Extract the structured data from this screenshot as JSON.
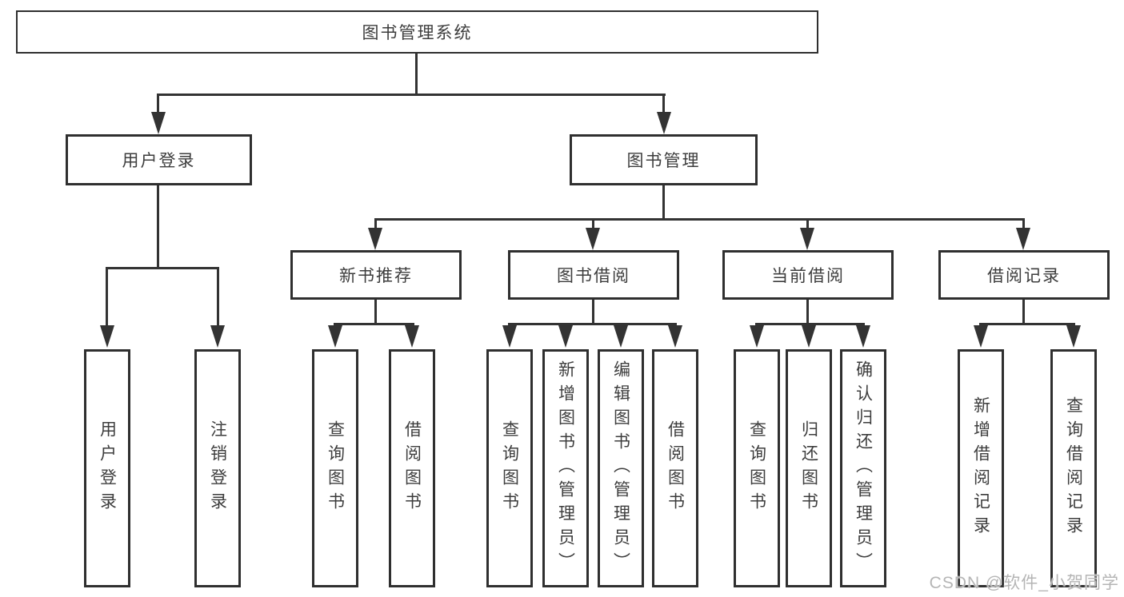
{
  "diagram": {
    "type": "hierarchy-tree",
    "title": "图书管理系统"
  },
  "nodes": {
    "root": {
      "label": "图书管理系统"
    },
    "level2": [
      {
        "id": "user-login",
        "label": "用户登录"
      },
      {
        "id": "book-management",
        "label": "图书管理"
      }
    ],
    "level3": [
      {
        "id": "new-book-recommendation",
        "label": "新书推荐",
        "parent": "book-management"
      },
      {
        "id": "book-borrowing",
        "label": "图书借阅",
        "parent": "book-management"
      },
      {
        "id": "current-borrowing",
        "label": "当前借阅",
        "parent": "book-management"
      },
      {
        "id": "borrowing-records",
        "label": "借阅记录",
        "parent": "book-management"
      }
    ],
    "leaves": [
      {
        "label": "用户登录",
        "parent": "user-login"
      },
      {
        "label": "注销登录",
        "parent": "user-login"
      },
      {
        "label": "查询图书",
        "parent": "new-book-recommendation"
      },
      {
        "label": "借阅图书",
        "parent": "new-book-recommendation"
      },
      {
        "label": "查询图书",
        "parent": "book-borrowing"
      },
      {
        "label": "新增图书（管理员）",
        "parent": "book-borrowing"
      },
      {
        "label": "编辑图书（管理员）",
        "parent": "book-borrowing"
      },
      {
        "label": "借阅图书",
        "parent": "book-borrowing"
      },
      {
        "label": "查询图书",
        "parent": "current-borrowing"
      },
      {
        "label": "归还图书",
        "parent": "current-borrowing"
      },
      {
        "label": "确认归还（管理员）",
        "parent": "current-borrowing"
      },
      {
        "label": "新增借阅记录",
        "parent": "borrowing-records"
      },
      {
        "label": "查询借阅记录",
        "parent": "borrowing-records"
      }
    ]
  },
  "watermark": {
    "text": "CSDN @软件_小贺同学"
  },
  "colors": {
    "line": "#333333",
    "box_border": "#2f2f2f",
    "text": "#3d3d3d",
    "background": "#ffffff",
    "watermark": "#b5b5b5"
  }
}
